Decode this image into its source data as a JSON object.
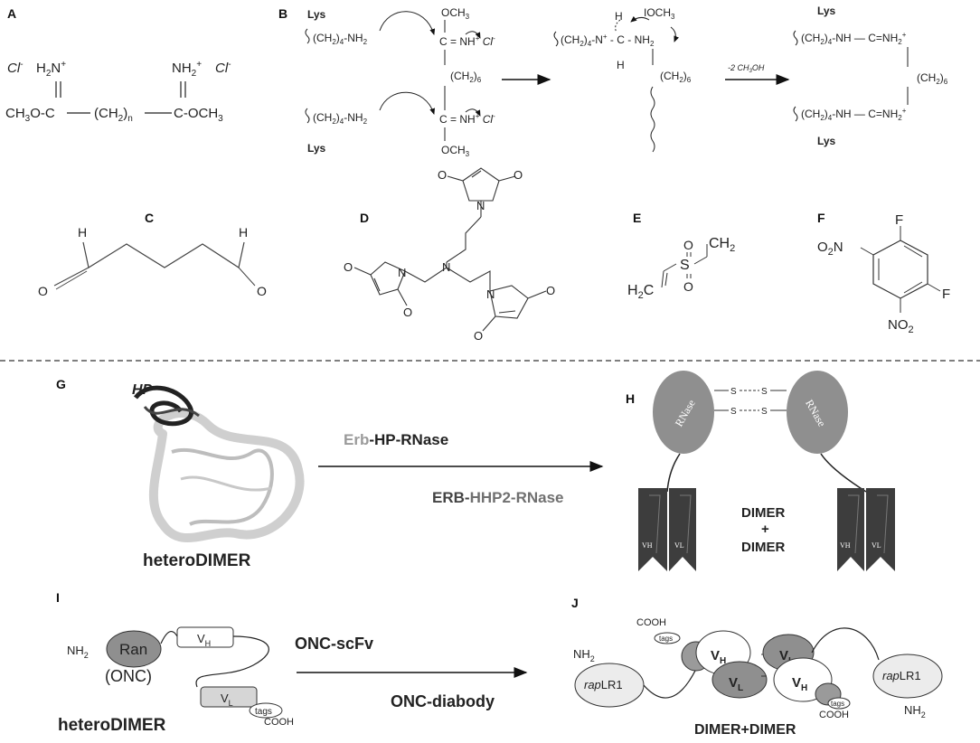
{
  "panels": {
    "A": "A",
    "B": "B",
    "C": "C",
    "D": "D",
    "E": "E",
    "F": "F",
    "G": "G",
    "H": "H",
    "I": "I",
    "J": "J"
  },
  "panel_a": {
    "cl_left": "Cl",
    "cl_left_sup": "-",
    "h2n": "H",
    "h2n_sub": "2",
    "h2n_n": "N",
    "h2n_sup": "+",
    "nh2_right": "NH",
    "nh2_right_sub": "2",
    "nh2_right_sup": "+",
    "cl_right": "Cl",
    "cl_right_sup": "-",
    "left_group": "CH",
    "left_group_sub": "3",
    "left_group_rest": "O-C",
    "chain": "(CH",
    "chain_sub": "2",
    "chain_rest": ")",
    "chain_n": "n",
    "right_group": "C-OCH",
    "right_group_sub": "3"
  },
  "panel_b": {
    "lys_top": "Lys",
    "lys_bottom": "Lys",
    "lys_right_top": "Lys",
    "lys_right_bottom": "Lys",
    "ch2_4": "(CH",
    "sub2": "2",
    "close4": ")",
    "n4": "4",
    "nh2": "-NH",
    "nh": "-NH",
    "och3": "OCH",
    "sub3": "3",
    "nh2_plus": "NH",
    "plus": "+",
    "cl": "Cl",
    "minus": "-",
    "ch2_6": "(CH",
    "n6": "6",
    "c_eq": "C",
    "n_plus": "N",
    "h": "H",
    "ch3oh": "-2 CH",
    "oh": "OH",
    "arrow_eq_nh2": "=NH"
  },
  "panel_e": {
    "h2c": "H",
    "h2c_c": "C",
    "ch2": "CH",
    "s": "S",
    "o": "O"
  },
  "panel_f": {
    "o2n": "O",
    "o2n_n": "N",
    "f": "F",
    "no2": "NO"
  },
  "panel_c": {
    "h": "H",
    "o": "O"
  },
  "panel_d": {
    "n": "N",
    "o": "O"
  },
  "panel_g": {
    "hp_label": "HP",
    "hetero_dimer": "heteroDIMER",
    "arrow_top_prefix": "Erb",
    "arrow_top_rest": "-HP-RNase",
    "arrow_bottom_prefix": "ERB-",
    "arrow_bottom_rest": "HHP2-RNase"
  },
  "panel_h": {
    "rnase": "RNase",
    "ss": "S",
    "dimer_line1": "DIMER",
    "dimer_plus": "+",
    "dimer_line2": "DIMER",
    "vh": "VH",
    "vl": "VL"
  },
  "panel_i": {
    "nh2": "NH",
    "nh2_sub": "2",
    "ran": "Ran",
    "onc": "(ONC)",
    "vh": "V",
    "vh_sub": "H",
    "vl": "V",
    "vl_sub": "L",
    "tags": "tags",
    "cooh": "COOH",
    "hetero_dimer": "heteroDIMER",
    "arrow_top": "ONC-scFv",
    "arrow_bottom": "ONC-diabody"
  },
  "panel_j": {
    "nh2": "NH",
    "nh2_sub": "2",
    "cooh": "COOH",
    "tags": "tags",
    "rap": "rap",
    "lr1": "LR1",
    "v": "V",
    "h": "H",
    "l": "L",
    "dimer_dimer": "DIMER+DIMER"
  },
  "colors": {
    "dark": "#3a3a3a",
    "mid": "#8c8c8c",
    "light": "#d9d9d9",
    "erb": "#9a9a9a",
    "hhp2": "#707070"
  }
}
